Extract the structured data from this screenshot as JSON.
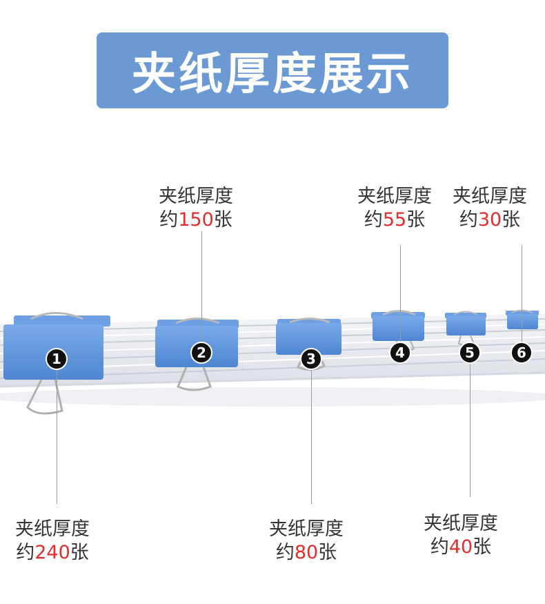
{
  "title": "夹纸厚度展示",
  "colors": {
    "banner": "#6b99d3",
    "clip": "#5f95dc",
    "highlight": "#e52b2b"
  },
  "clips": [
    {
      "marker": "1",
      "label_top": "夹纸厚度",
      "prefix": "约",
      "value": "240",
      "unit": "张"
    },
    {
      "marker": "2",
      "label_top": "夹纸厚度",
      "prefix": "约",
      "value": "150",
      "unit": "张"
    },
    {
      "marker": "3",
      "label_top": "夹纸厚度",
      "prefix": "约",
      "value": "80",
      "unit": "张"
    },
    {
      "marker": "4",
      "label_top": "夹纸厚度",
      "prefix": "约",
      "value": "55",
      "unit": "张"
    },
    {
      "marker": "5",
      "label_top": "夹纸厚度",
      "prefix": "约",
      "value": "40",
      "unit": "张"
    },
    {
      "marker": "6",
      "label_top": "夹纸厚度",
      "prefix": "约",
      "value": "30",
      "unit": "张"
    }
  ]
}
